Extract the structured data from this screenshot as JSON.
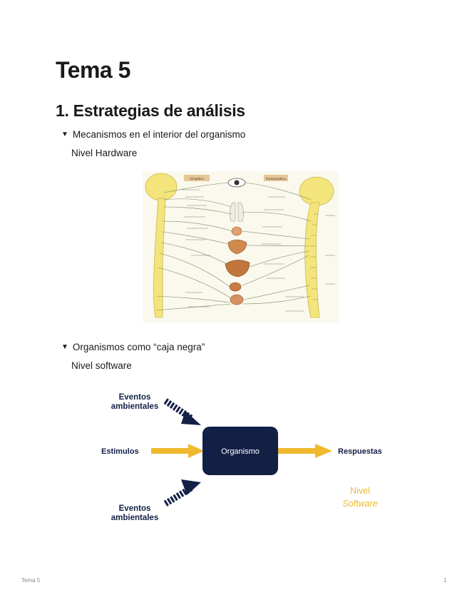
{
  "page": {
    "title": "Tema 5",
    "section": "1. Estrategias de análisis"
  },
  "toggle1": {
    "label": "Mecanismos en el interior del organismo",
    "sublabel": "Nivel Hardware"
  },
  "hw_figure": {
    "header_left": "Simpático",
    "header_right": "Parasimpático"
  },
  "toggle2": {
    "label": "Organismos como “caja negra”",
    "sublabel": "Nivel software"
  },
  "sw_figure": {
    "eventos_top_1": "Eventos",
    "eventos_top_2": "ambientales",
    "estimulos": "Estímulos",
    "organismo": "Organismo",
    "respuestas": "Respuestas",
    "eventos_bottom_1": "Eventos",
    "eventos_bottom_2": "ambientales",
    "nivel_1": "Nivel",
    "nivel_2": "Software"
  },
  "colors": {
    "navy": "#132046",
    "yellow": "#f0b92e",
    "spine": "#f2e67a",
    "nerve": "#6f8a5a"
  },
  "footer": {
    "left": "Tema 5",
    "right": "1"
  }
}
